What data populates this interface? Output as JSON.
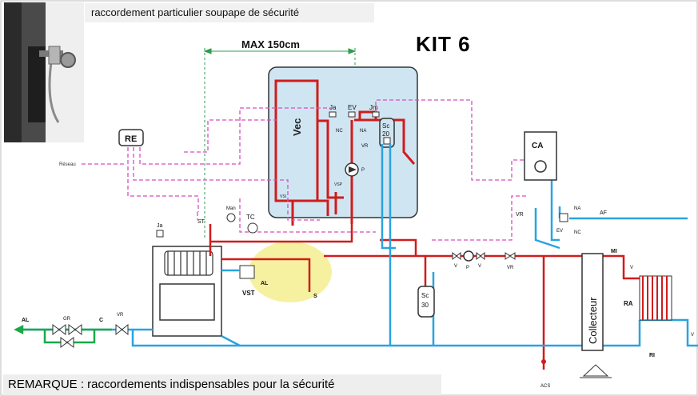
{
  "header": {
    "top_caption": "raccordement particulier soupape de sécurité",
    "kit": "KIT 6",
    "remark": "REMARQUE : raccordements indispensables pour la sécurité"
  },
  "diagram": {
    "max_dimension": "MAX 150cm",
    "labels": {
      "ja_top": "Ja",
      "ev_top": "EV",
      "jm": "Jm",
      "nc_top": "NC",
      "na_top": "NA",
      "vr_top": "VR",
      "p_top": "P",
      "sc20_a": "Sc",
      "sc20_b": "20",
      "vec": "Vec",
      "vsi": "VSI",
      "vsp": "VSP",
      "re": "RE",
      "reseau": "Réseau",
      "st": "ST",
      "man": "Man",
      "tc": "TC",
      "ja_boiler": "Ja",
      "vst": "VST",
      "al_valve": "AL",
      "s": "S",
      "al_left": "AL",
      "gr": "GR",
      "c": "C",
      "vr_left": "VR",
      "ca": "CA",
      "vr_ca": "VR",
      "na_right": "NA",
      "af": "AF",
      "ev_right": "EV",
      "nc_right": "NC",
      "v_left": "V",
      "p_mid": "P",
      "v_right": "V",
      "vr_mid": "VR",
      "sc30_a": "Sc",
      "sc30_b": "30",
      "collecteur": "Collecteur",
      "mi": "MI",
      "v_mi": "V",
      "ra": "RA",
      "v_ri": "V",
      "ri": "RI",
      "acs": "ACS"
    }
  }
}
